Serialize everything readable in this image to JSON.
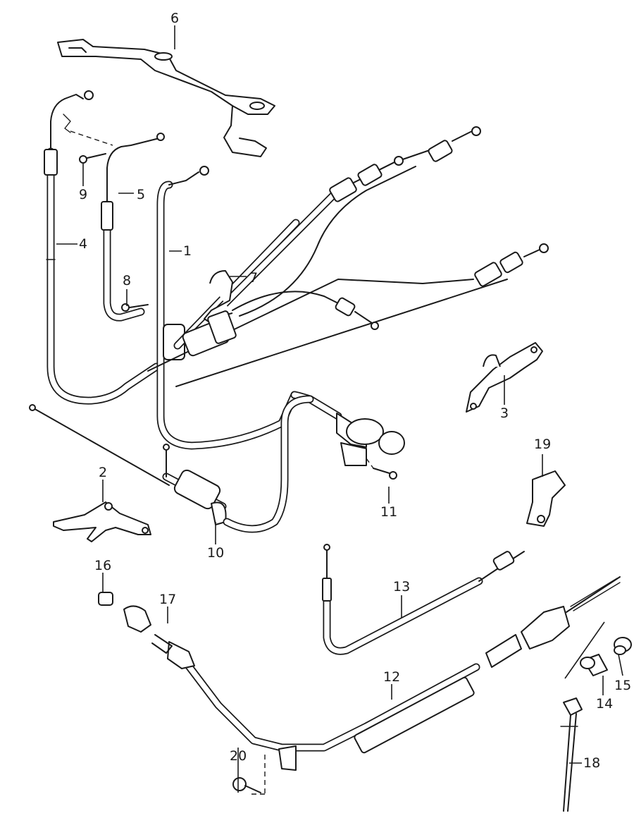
{
  "callouts": {
    "p1": "1",
    "p2": "2",
    "p3": "3",
    "p4": "4",
    "p5": "5",
    "p6": "6",
    "p7": "7",
    "p8": "8",
    "p9": "9",
    "p10": "10",
    "p11": "11",
    "p12": "12",
    "p13": "13",
    "p14": "14",
    "p15": "15",
    "p16": "16",
    "p17": "17",
    "p18": "18",
    "p19": "19",
    "p20": "20"
  },
  "colors": {
    "line": "#1a1a1a",
    "background": "#ffffff"
  }
}
